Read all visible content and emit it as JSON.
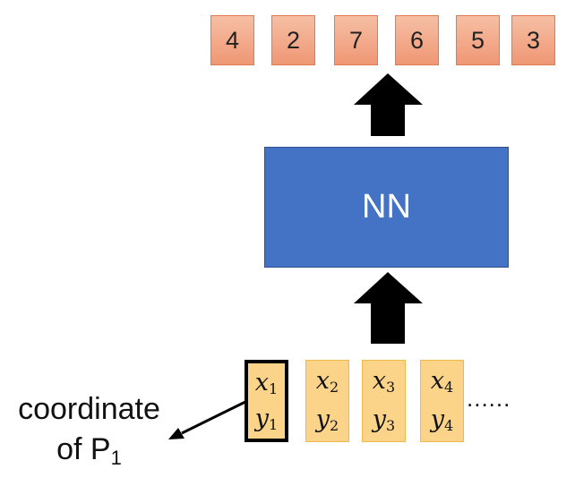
{
  "outputs": [
    "4",
    "2",
    "7",
    "6",
    "5",
    "3"
  ],
  "nn_label": "NN",
  "inputs": [
    {
      "x": "x",
      "y": "y",
      "sub": "1"
    },
    {
      "x": "x",
      "y": "y",
      "sub": "2"
    },
    {
      "x": "x",
      "y": "y",
      "sub": "3"
    },
    {
      "x": "x",
      "y": "y",
      "sub": "4"
    }
  ],
  "ellipsis": "......",
  "annotation": {
    "line1": "coordinate",
    "line2_prefix": "of P",
    "line2_sub": "1"
  },
  "colors": {
    "output_box": "#f4a582",
    "nn_box": "#4472c4",
    "input_box": "#fbd48a",
    "arrow": "#000000"
  }
}
